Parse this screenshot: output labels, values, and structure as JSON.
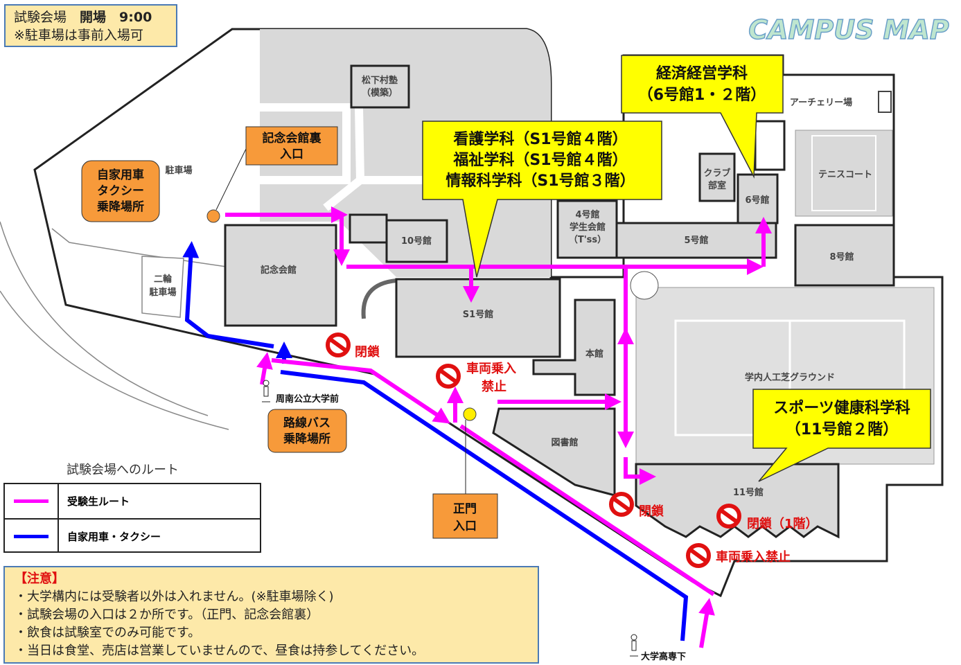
{
  "header": {
    "venue_line": "試験会場　開場　9:00",
    "venue_label": "試験会場",
    "open_label": "開場　9:00",
    "parking_note": "※駐車場は事前入場可",
    "map_title": "CAMPUS MAP"
  },
  "buildings": {
    "shoka": [
      "松下村塾",
      "（模築）"
    ],
    "b10": "10号館",
    "kinen": "記念会館",
    "s1": "S1号館",
    "b4": [
      "4号館",
      "学生会館",
      "（T'ss）"
    ],
    "b5": "5号館",
    "b6": "6号館",
    "club": [
      "クラブ",
      "部室"
    ],
    "b8": "8号館",
    "honkan": "本館",
    "library": "図書館",
    "b11": "11号館",
    "ground": "学内人工芝グラウンド",
    "tennis": "テニスコート",
    "archery": "アーチェリー場",
    "parking": "駐車場",
    "bike_parking": [
      "二輪",
      "駐車場"
    ]
  },
  "callouts": {
    "economics": [
      "経済経営学科",
      "（6号館1・２階）"
    ],
    "s1_depts": [
      "看護学科（S1号館４階）",
      "福祉学科（S1号館４階）",
      "情報科学科（S1号館３階）"
    ],
    "sports": [
      "スポーツ健康科学科",
      "（11号館２階）"
    ]
  },
  "places": {
    "kinen_back_entrance": [
      "記念会館裏",
      "入口"
    ],
    "car_taxi": [
      "自家用車",
      "タクシー",
      "乗降場所"
    ],
    "bus": [
      "路線バス",
      "乗降場所"
    ],
    "main_gate": [
      "正門",
      "入口"
    ],
    "bus_stop_1": "周南公立大学前",
    "bus_stop_2": "大学高専下"
  },
  "closures": {
    "closed": "閉鎖",
    "no_vehicle_1": [
      "車両乗入",
      "禁止"
    ],
    "closed_2": "閉鎖",
    "closed_11": "閉鎖（1階）",
    "no_vehicle_2": "車両乗入禁止"
  },
  "legend": {
    "title": "試験会場へのルート",
    "items": [
      {
        "label": "受験生ルート",
        "color": "#ff00ff"
      },
      {
        "label": "自家用車・タクシー",
        "color": "#0000ff"
      }
    ]
  },
  "notes": {
    "title": "【注意】",
    "items": [
      "・大学構内には受験者以外は入れません。(※駐車場除く)",
      "・試験会場の入口は２か所です。（正門、記念会館裏）",
      "・飲食は試験室でのみ可能です。",
      "・当日は食堂、売店は営業していませんので、昼食は持参してください。"
    ]
  },
  "colors": {
    "student_route": "#ff00ff",
    "car_route": "#0000ff",
    "callout": "#ffff00",
    "place_box": "#f79a3a",
    "note_bg": "#fde9a9",
    "closure": "#e01010"
  }
}
